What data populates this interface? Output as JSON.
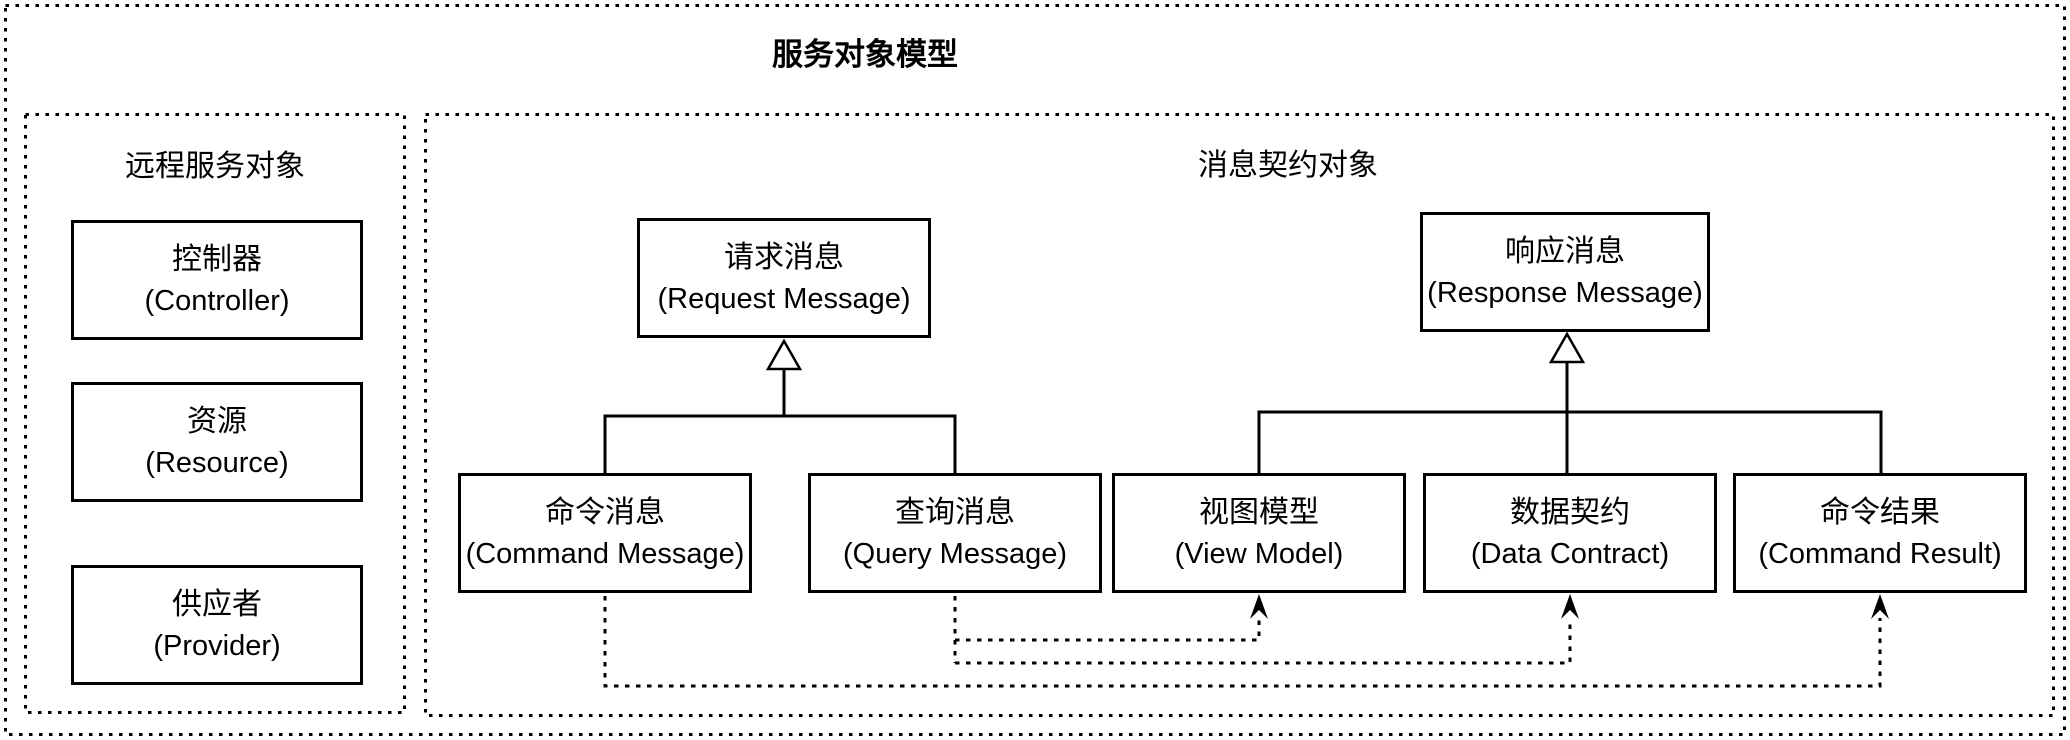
{
  "title": "服务对象模型",
  "remote_services": {
    "label": "远程服务对象",
    "items": [
      {
        "zh": "控制器",
        "en": "(Controller)"
      },
      {
        "zh": "资源",
        "en": "(Resource)"
      },
      {
        "zh": "供应者",
        "en": "(Provider)"
      }
    ]
  },
  "message_contracts": {
    "label": "消息契约对象",
    "request": {
      "zh": "请求消息",
      "en": "(Request Message)"
    },
    "response": {
      "zh": "响应消息",
      "en": "(Response Message)"
    },
    "request_children": [
      {
        "zh": "命令消息",
        "en": "(Command Message)"
      },
      {
        "zh": "查询消息",
        "en": "(Query Message)"
      }
    ],
    "response_children": [
      {
        "zh": "视图模型",
        "en": "(View Model)"
      },
      {
        "zh": "数据契约",
        "en": "(Data Contract)"
      },
      {
        "zh": "命令结果",
        "en": "(Command Result)"
      }
    ]
  },
  "relations": [
    {
      "from": "查询消息",
      "to": "视图模型",
      "style": "dashed-arrow"
    },
    {
      "from": "查询消息",
      "to": "数据契约",
      "style": "dashed-arrow"
    },
    {
      "from": "命令消息",
      "to": "命令结果",
      "style": "dashed-arrow"
    },
    {
      "from": "命令消息",
      "to": "请求消息",
      "style": "generalization"
    },
    {
      "from": "查询消息",
      "to": "请求消息",
      "style": "generalization"
    },
    {
      "from": "视图模型",
      "to": "响应消息",
      "style": "generalization"
    },
    {
      "from": "数据契约",
      "to": "响应消息",
      "style": "generalization"
    },
    {
      "from": "命令结果",
      "to": "响应消息",
      "style": "generalization"
    }
  ],
  "colors": {
    "line": "#000000",
    "background": "#ffffff",
    "text": "#000000"
  }
}
